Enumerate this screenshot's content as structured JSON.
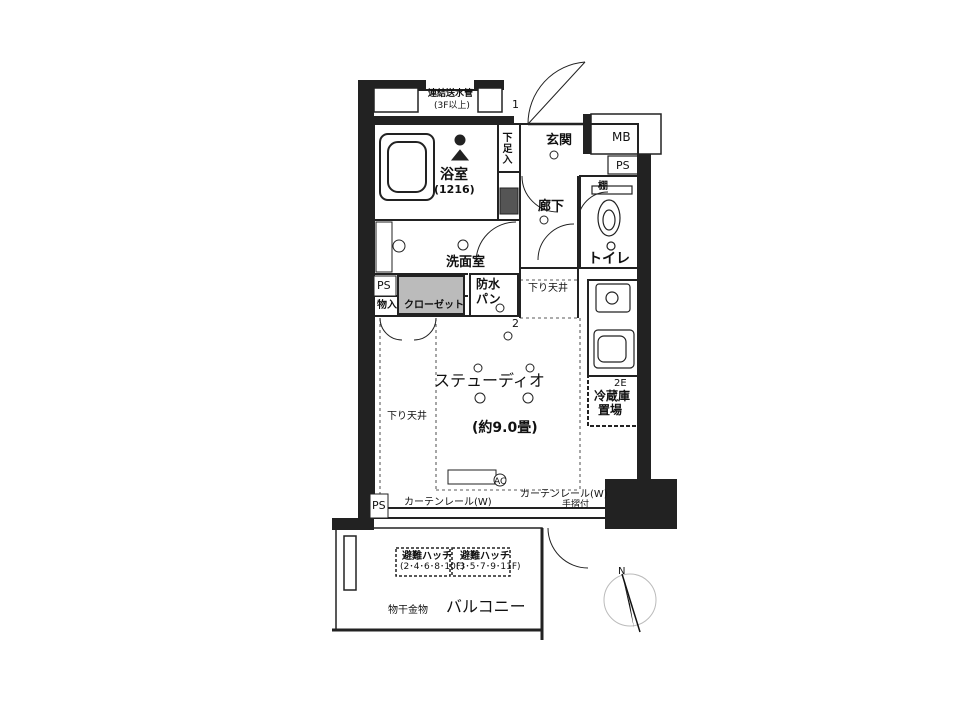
{
  "labels": {
    "pipe": "連結送水管",
    "pipe_note": "(3F以上)",
    "mb": "MB",
    "ps_top": "PS",
    "genkan": "玄関",
    "bath": "浴室",
    "bath_size": "(1216)",
    "corridor": "廊下",
    "toilet": "トイレ",
    "washroom": "洗面室",
    "ps_left": "PS",
    "storage": "物入",
    "closet": "クローゼット",
    "waterpan_1": "防水",
    "waterpan_2": "パン",
    "ceiling_drop_1": "下り天井",
    "ceiling_drop_2": "下り天井",
    "studio": "ステューディオ",
    "studio_size": "(約9.0畳)",
    "fridge_1": "冷蔵庫",
    "fridge_2": "置場",
    "curtain_1": "カーテンレール(W)",
    "curtain_2": "カーテンレール(W)",
    "handrail": "手摺付",
    "ps_bottom": "PS",
    "hatch_1": "避難ハッチ",
    "hatch_1_floors": "(2･4･6･8･10F)",
    "hatch_2": "避難ハッチ",
    "hatch_2_floors": "(3･5･7･9･11F)",
    "drying": "物干金物",
    "balcony": "バルコニー",
    "north": "N",
    "ac": "AC",
    "shoe_box": "下足入",
    "shelf": "棚",
    "circle_1": "1",
    "circle_2": "2",
    "circle_2e": "2E"
  }
}
